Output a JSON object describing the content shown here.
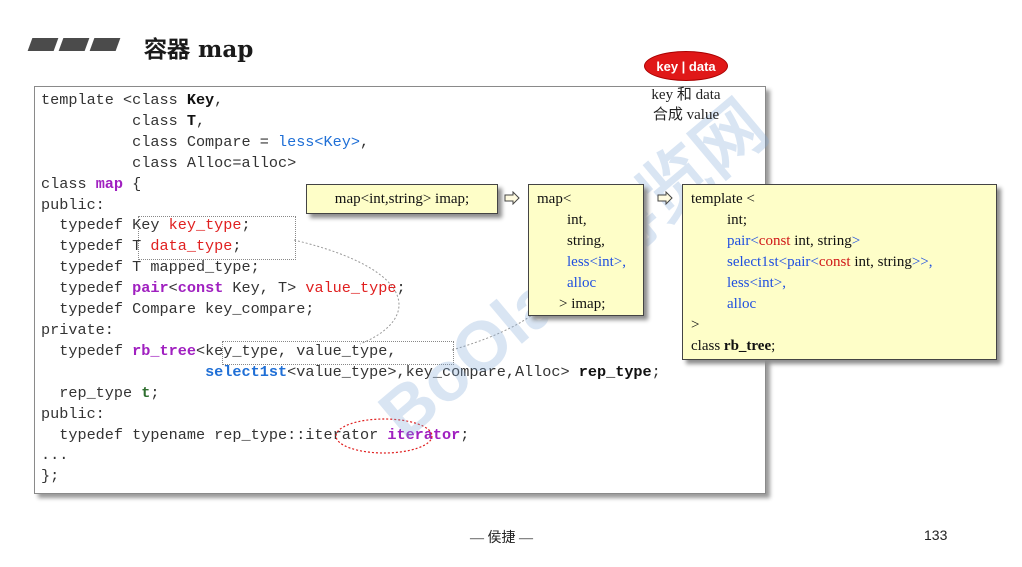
{
  "title": "容器 map",
  "badge": "key | data",
  "note": {
    "line1": "key 和 data",
    "line2": "合成 value"
  },
  "code_lines": [
    "template <class Key,",
    "          class T,",
    "          class Compare = less<Key>,",
    "          class Alloc=alloc>",
    "class map {",
    "public:",
    "  typedef Key key_type;",
    "  typedef T data_type;",
    "  typedef T mapped_type;",
    "  typedef pair<const Key, T> value_type;",
    "  typedef Compare key_compare;",
    "private:",
    "  typedef rb_tree<key_type, value_type,",
    "                  select1st<value_type>,key_compare,Alloc> rep_type;",
    "  rep_type t;",
    "public:",
    "  typedef typename rep_type::iterator iterator;",
    "...",
    "};"
  ],
  "box1": "map<int,string> imap;",
  "box2": [
    "map<",
    "int,",
    "string,",
    "less<int>,",
    "alloc",
    "> imap;"
  ],
  "box3": [
    "template <",
    "int;",
    "pair<const int, string>",
    "select1st<pair<const int, string>>,",
    "less<int>,",
    "alloc",
    ">",
    "class rb_tree;"
  ],
  "watermark": "BoOlan 博览网",
  "footer": "— 侯捷 —",
  "page_number": "133",
  "colors": {
    "badge": "#e01818",
    "box_fill": "#fefec8",
    "keyword_blue": "#1f6fd6",
    "keyword_red": "#e02020",
    "keyword_purple": "#a020c0"
  }
}
